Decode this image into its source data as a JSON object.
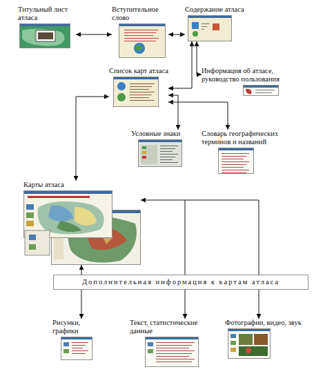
{
  "diagram": {
    "nodes": [
      {
        "text": [
          "Титульный лист атласа"
        ]
      },
      {
        "text": [
          "Вступительное слово"
        ]
      },
      {
        "text": [
          "Содержание атласа"
        ]
      },
      {
        "text": [
          "Список карт атласа"
        ]
      },
      {
        "text": [
          "Информация об атласе, руководство пользования"
        ]
      },
      {
        "text": [
          "Условные знаки"
        ]
      },
      {
        "text": [
          "Словарь географических терминов и названий"
        ]
      },
      {
        "text": [
          "Карты атласа"
        ]
      },
      {
        "text": [
          "Дополнительная информация к картам атласа"
        ]
      },
      {
        "text": [
          "Рисунки, графики"
        ]
      },
      {
        "text": [
          "Текст, статистические данные"
        ]
      },
      {
        "text": [
          "Фотографии, видео, звук"
        ]
      }
    ],
    "edges": [
      {
        "from": 0,
        "to": 1,
        "arrow": "both"
      },
      {
        "from": 1,
        "to": 2,
        "arrow": "both"
      },
      {
        "from": 2,
        "to": 3,
        "arrow": "both"
      },
      {
        "from": 2,
        "to": 4,
        "arrow": "both"
      },
      {
        "from": 3,
        "to": 5,
        "arrow": "both"
      },
      {
        "from": 3,
        "to": 6,
        "arrow": "both"
      },
      {
        "from": 3,
        "to": 7,
        "arrow": "both"
      },
      {
        "from": 8,
        "to": 7,
        "arrow": "to"
      },
      {
        "from": 8,
        "to": 7,
        "arrow": "to"
      },
      {
        "from": 8,
        "to": 9,
        "arrow": "to"
      },
      {
        "from": 8,
        "to": 10,
        "arrow": "to"
      },
      {
        "from": 8,
        "to": 11,
        "arrow": "to"
      }
    ]
  }
}
